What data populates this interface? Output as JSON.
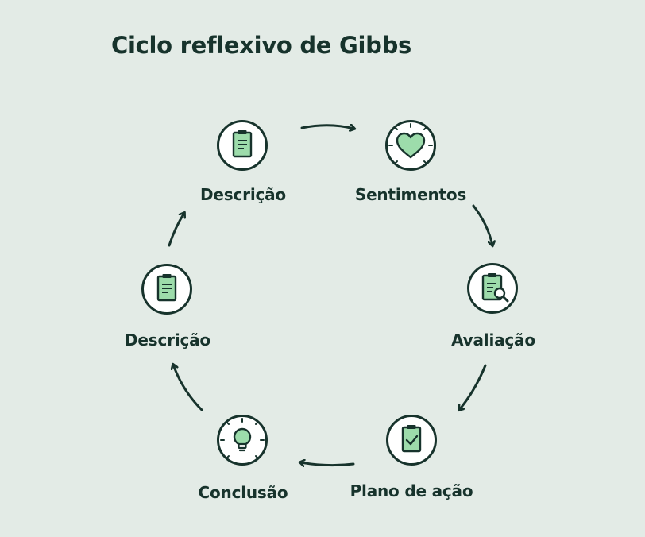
{
  "title": "Ciclo reflexivo de Gibbs",
  "steps": [
    {
      "label": "Descrição",
      "icon": "clipboard-icon"
    },
    {
      "label": "Sentimentos",
      "icon": "heart-icon"
    },
    {
      "label": "Avaliação",
      "icon": "clipboard-search-icon"
    },
    {
      "label": "Plano de ação",
      "icon": "clipboard-check-icon"
    },
    {
      "label": "Conclusão",
      "icon": "lightbulb-icon"
    },
    {
      "label": "Descrição",
      "icon": "clipboard-icon"
    }
  ],
  "colors": {
    "background": "#e3ebe6",
    "ink": "#17332c",
    "accent": "#9ddcab",
    "node_fill": "#ffffff"
  }
}
